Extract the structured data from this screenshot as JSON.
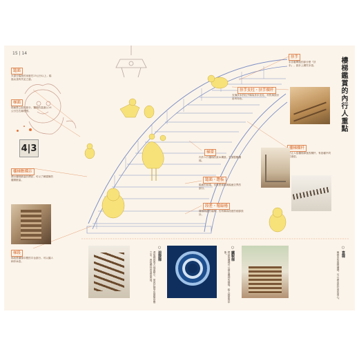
{
  "page_numbers": "15 | 14",
  "title": "樓梯鑑賞的內行人重點",
  "labels": {
    "pillar": "踏面",
    "riser": "梯面",
    "width": "樓梯數標示",
    "landing": "梯段",
    "handrail": "扶手",
    "handrail_post": "扶手支柱・扶手欄杆",
    "baluster": "樓梯欄杆",
    "stringer": "梯梁",
    "stair_end": "踏面・蹬板",
    "nosing": "段差・階級樁"
  },
  "texts": {
    "pillar_desc": "大部分踏面的深度在25公分以上，踏面太淺有失足之虞。",
    "riser_desc": "梯面是立起的部分，樓梯的高度以16公分左右最理想。",
    "width_desc": "標示樓梯數量的標誌，可以了解建築的樓層數量。",
    "landing_desc": "梯段是樓梯中間的平台部分，可以讓人稍作休息。",
    "handrail_desc": "手扶著攀爬的部分是「扶手」，設計上講究手感。",
    "handrail_post_desc": "支撐扶手的柱子稱為扶手支柱，材質與設計各有特色。",
    "baluster_desc": "防止人從樓梯掉落的欄杆，有各種不同的造型。",
    "stringer_desc": "內外人行樓梯的梁木構造，支撐整體樓梯。",
    "stair_end_desc": "踏面的前端，也就是梯面與踏面交界的部分。",
    "nosing_desc": "樓梯側邊的裝飾，也有稱為段差的細部設計。"
  },
  "bottom": {
    "col1_head": "○ 迴旋梯",
    "col1_text": "迴旋梯因為占地面積小，常見於狹窄的建築空間之中，具有獨特的造型美感。",
    "col2_head": "○ 鐵製梯",
    "col2_text": "鐵製的樓梯可以做出纖細的線條，給人輕盈的印象。",
    "col3_head": "○ 直梯",
    "col3_text": "最基本的直線樓梯，可以看出設計者的用心。"
  },
  "number_sign": "4|3",
  "colors": {
    "accent": "#e3723a",
    "character": "#f7e27a",
    "line": "#7d8fc4"
  }
}
